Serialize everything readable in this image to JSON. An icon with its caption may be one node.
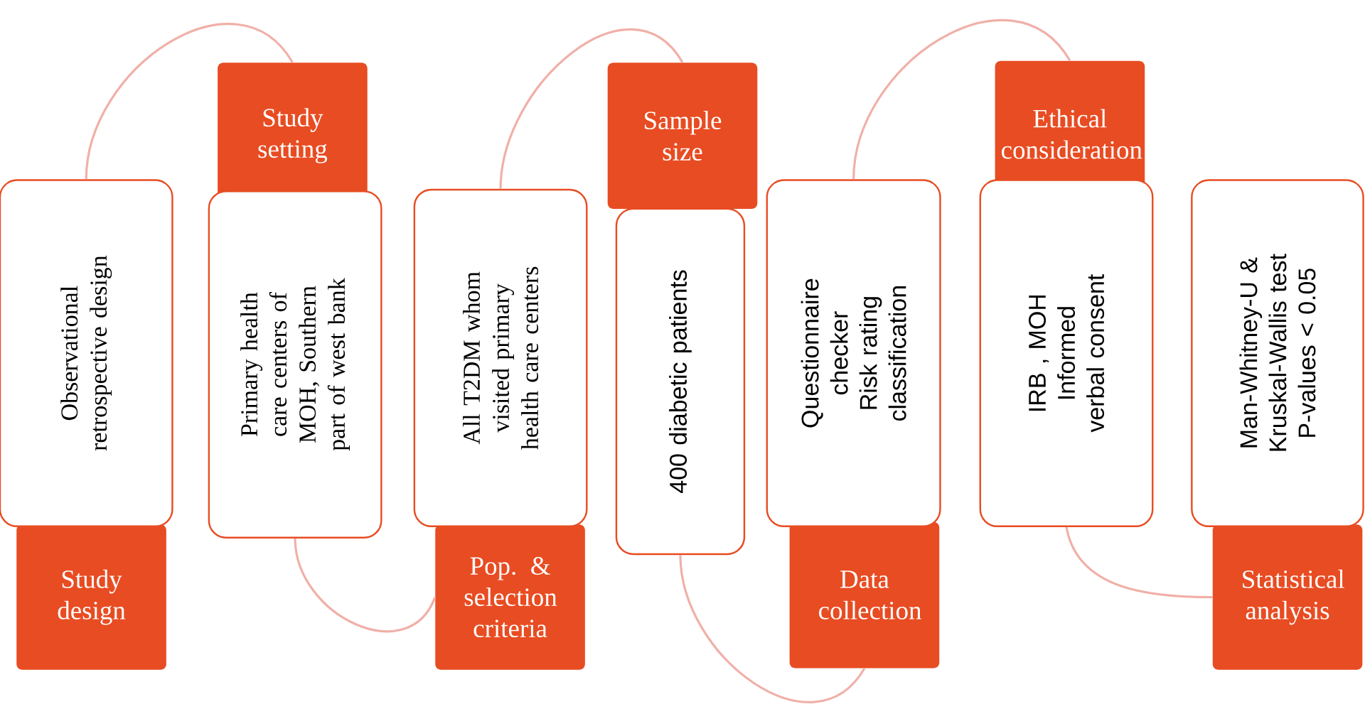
{
  "diagram": {
    "nodes": [
      {
        "text": [
          "Study design"
        ]
      },
      {
        "text": [
          "Observational retrospective design"
        ]
      },
      {
        "text": [
          "Study setting"
        ]
      },
      {
        "text": [
          "Primary health care centers of MOH, Southern part of west bank"
        ]
      },
      {
        "text": [
          "Pop. & selection criteria"
        ]
      },
      {
        "text": [
          "All T2DM whom visited primary health care centers"
        ]
      },
      {
        "text": [
          "Sample size"
        ]
      },
      {
        "text": [
          "400 diabetic patients"
        ]
      },
      {
        "text": [
          "Data collection"
        ]
      },
      {
        "text": [
          "Questionnaire",
          "checker",
          "Risk rating classification"
        ]
      },
      {
        "text": [
          "Ethical consideration"
        ]
      },
      {
        "text": [
          "IRB , MOH",
          "Informed verbal consent"
        ]
      },
      {
        "text": [
          "Statistical analysis"
        ]
      },
      {
        "text": [
          "Man-Whitney-U & Kruskal-Wallis test",
          "P-values < 0.05"
        ]
      }
    ],
    "edges": [
      {
        "from": 1,
        "to": 2,
        "arrow": "none"
      },
      {
        "from": 3,
        "to": 4,
        "arrow": "none"
      },
      {
        "from": 5,
        "to": 6,
        "arrow": "none"
      },
      {
        "from": 7,
        "to": 8,
        "arrow": "none"
      },
      {
        "from": 9,
        "to": 10,
        "arrow": "none"
      },
      {
        "from": 12,
        "to": 11,
        "arrow": "none"
      }
    ]
  }
}
